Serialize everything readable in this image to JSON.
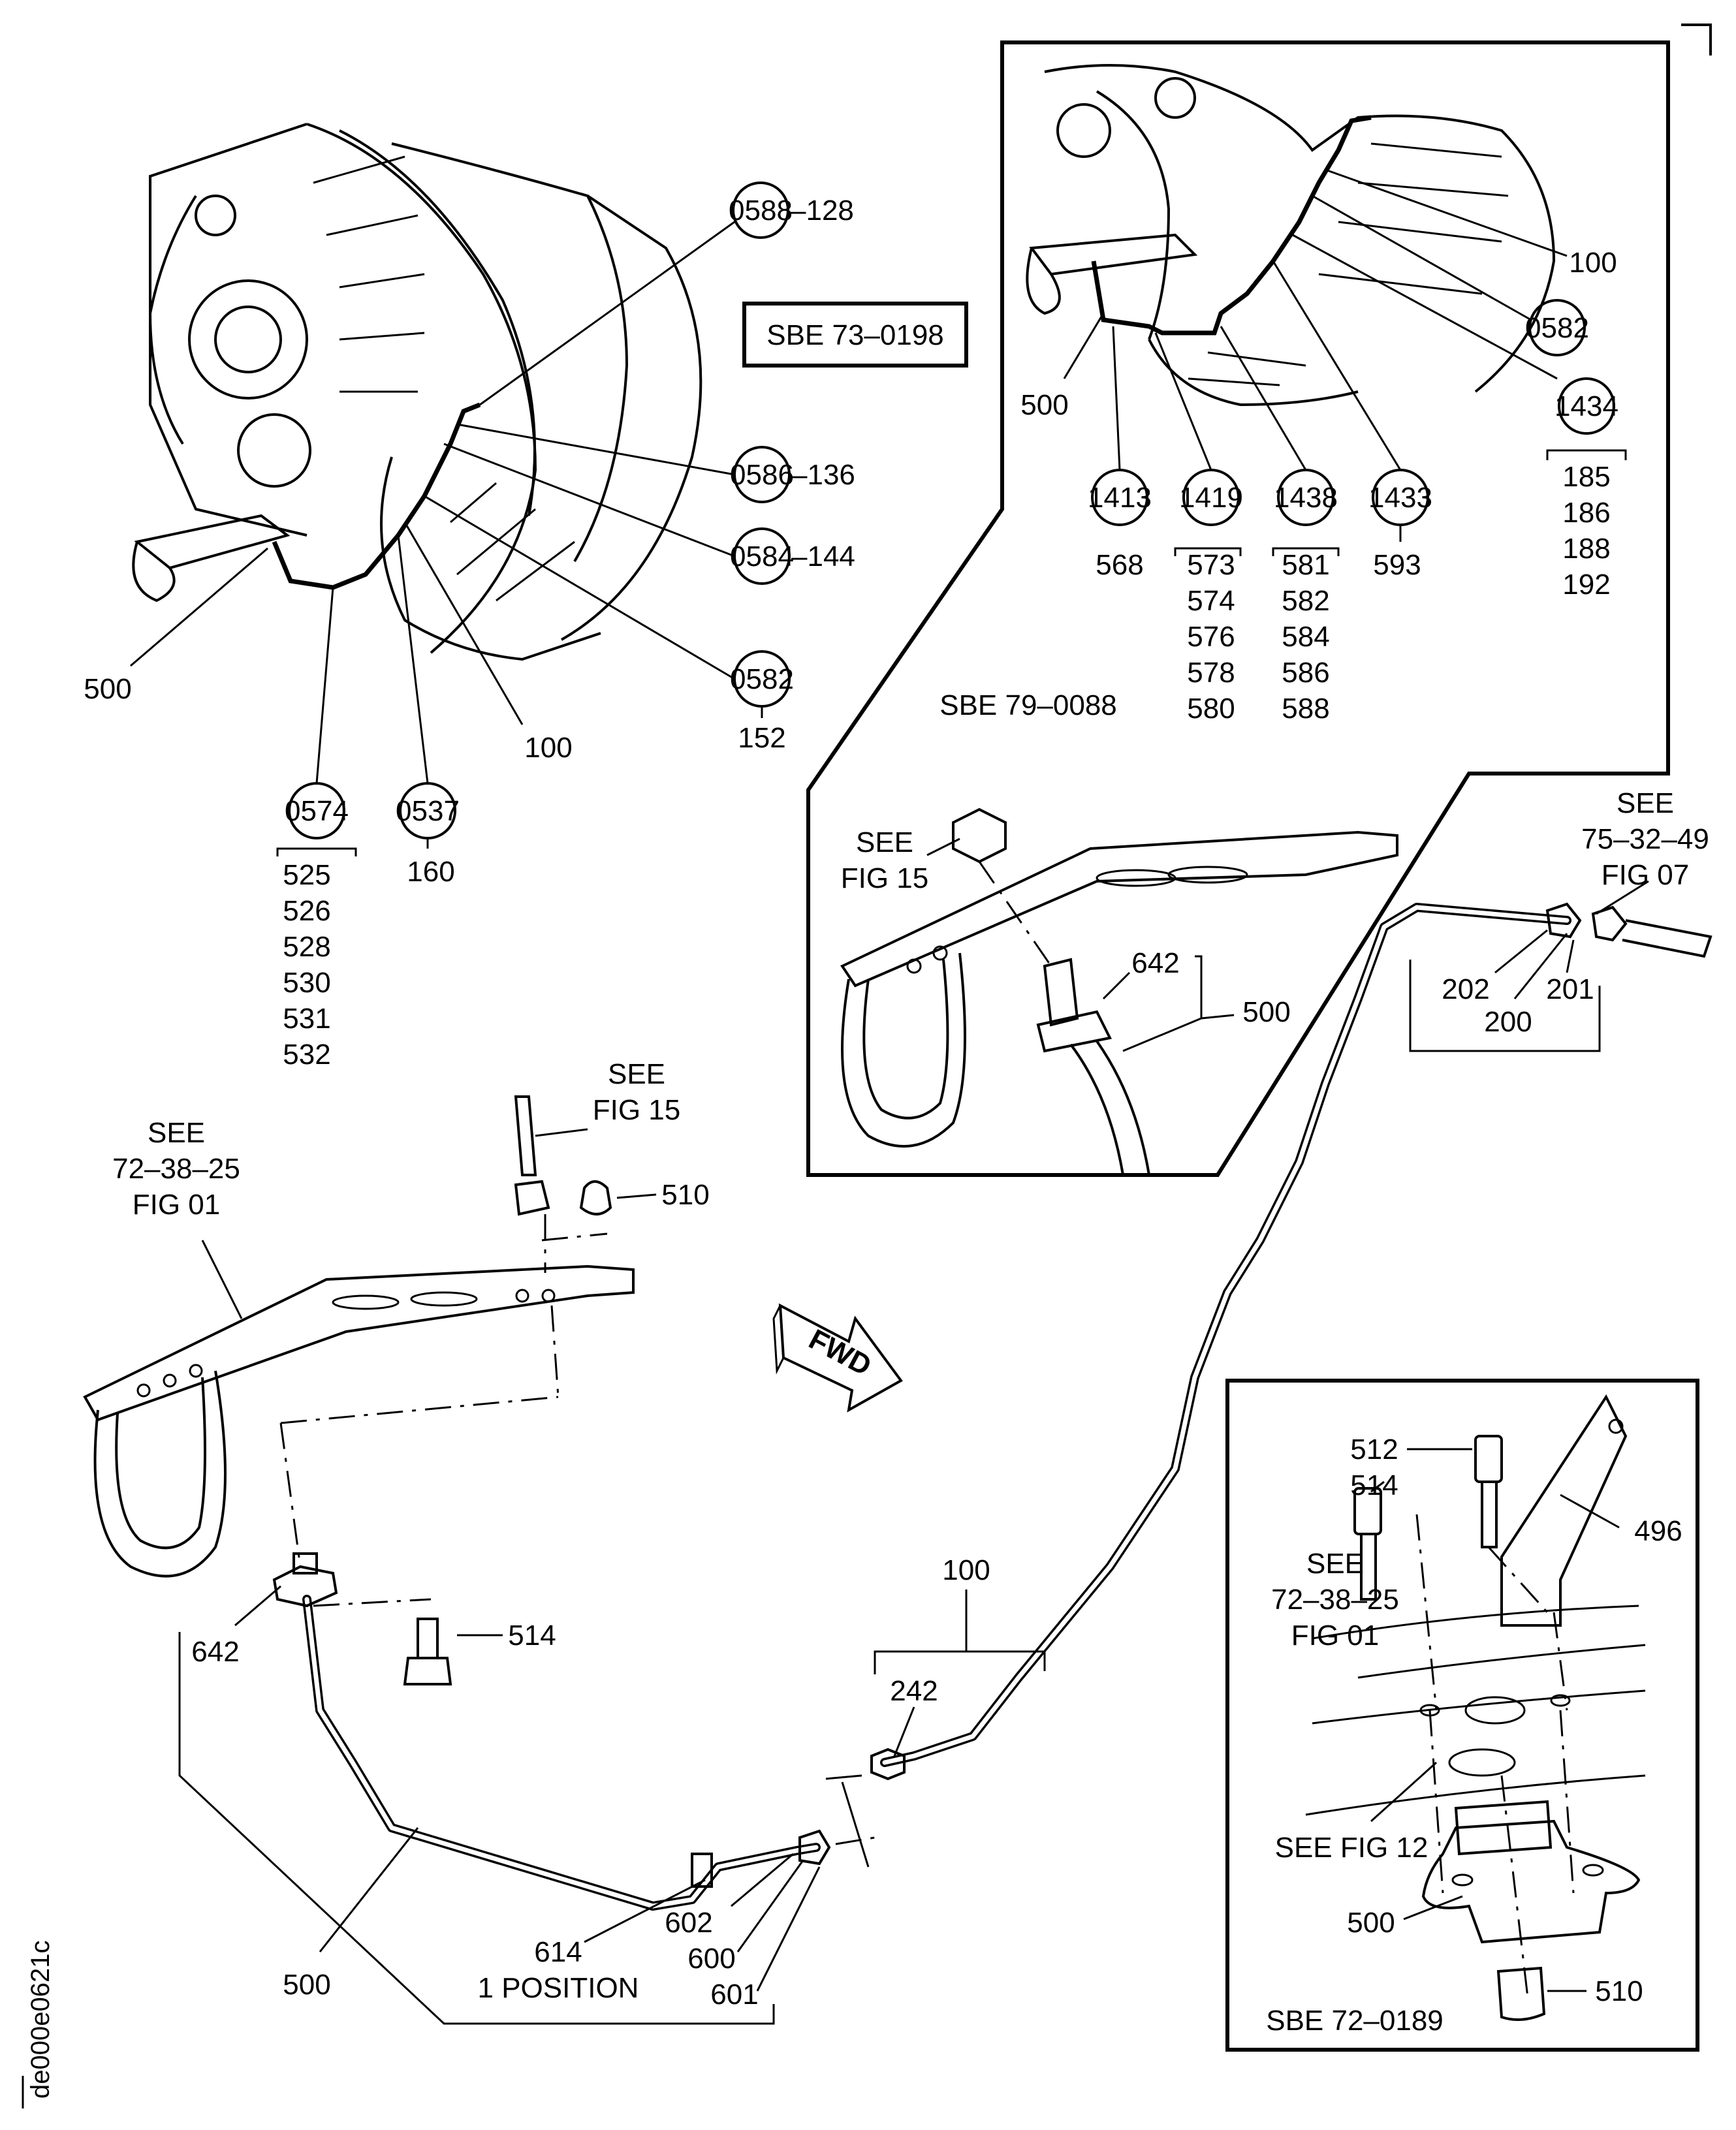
{
  "callouts": {
    "c0588": "0588",
    "c0588_item": "–128",
    "c0586": "0586",
    "c0586_item": "–136",
    "c0584": "0584",
    "c0584_item": "–144",
    "c0582a": "0582",
    "c0582a_item": "152",
    "c0574": "0574",
    "c0537": "0537",
    "c0537_item": "160",
    "c0582b": "0582",
    "c1434": "1434",
    "c1413": "1413",
    "c1413_item": "568",
    "c1419": "1419",
    "c1438": "1438",
    "c1433": "1433",
    "c1433_item": "593"
  },
  "item_lists": {
    "list_0574": [
      "525",
      "526",
      "528",
      "530",
      "531",
      "532"
    ],
    "list_1419": [
      "573",
      "574",
      "576",
      "578",
      "580"
    ],
    "list_1438": [
      "581",
      "582",
      "584",
      "586",
      "588"
    ],
    "list_1434": [
      "185",
      "186",
      "188",
      "192"
    ]
  },
  "labels": {
    "sbe_73_0198": "SBE 73–0198",
    "sbe_79_0088": "SBE 79–0088",
    "sbe_72_0189": "SBE 72–0189",
    "l500_engine": "500",
    "l100_engine": "100",
    "l100_inset": "100",
    "l500_inset": "500",
    "see_fig15_a": "SEE",
    "see_fig15_b": "FIG 15",
    "l642_inset": "642",
    "l500_inset_b": "500",
    "see_75_a": "SEE",
    "see_75_b": "75–32–49",
    "see_75_c": "FIG 07",
    "l202": "202",
    "l201": "201",
    "l200": "200",
    "see_fig15_main_a": "SEE",
    "see_fig15_main_b": "FIG 15",
    "l510_main": "510",
    "see_72_a": "SEE",
    "see_72_b": "72–38–25",
    "see_72_c": "FIG 01",
    "fwd": "FWD",
    "l100_main": "100",
    "l242": "242",
    "l642_main": "642",
    "l514_main": "514",
    "l500_main": "500",
    "l614": "614",
    "l_1position": "1 POSITION",
    "l602": "602",
    "l600": "600",
    "l601": "601",
    "l512": "512",
    "l514_inset": "514",
    "l496": "496",
    "see_72i_a": "SEE",
    "see_72i_b": "72–38–25",
    "see_72i_c": "FIG 01",
    "see_fig12": "SEE FIG 12",
    "l500_inset2": "500",
    "l510_inset": "510",
    "drawing_id": "de000e0621c"
  }
}
